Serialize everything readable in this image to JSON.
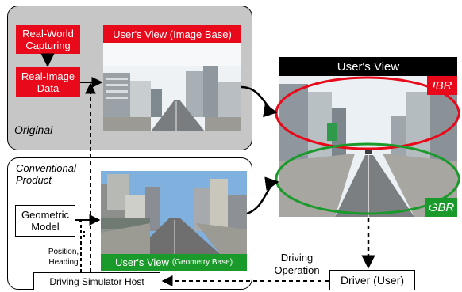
{
  "original": {
    "label": "Original",
    "capturing": "Real-World Capturing",
    "real_image": "Real-Image Data",
    "view_title": "User's View (Image Base)"
  },
  "conventional": {
    "label": "Conventional Product",
    "geometric_model": "Geometric Model",
    "view_title_main": "User's View",
    "view_title_sub": "(Geometry Base)",
    "position_heading": "Position, Heading",
    "simulator_host": "Driving Simulator Host"
  },
  "users_view": {
    "title": "User's View",
    "ibr_tag": "IBR",
    "gbr_tag": "GBR"
  },
  "driving_operation": "Driving Operation",
  "driver": "Driver (User)",
  "colors": {
    "red": "#e8091a",
    "green": "#1a9a2a",
    "panel_gray": "#c6c6c6",
    "black": "#000000"
  }
}
